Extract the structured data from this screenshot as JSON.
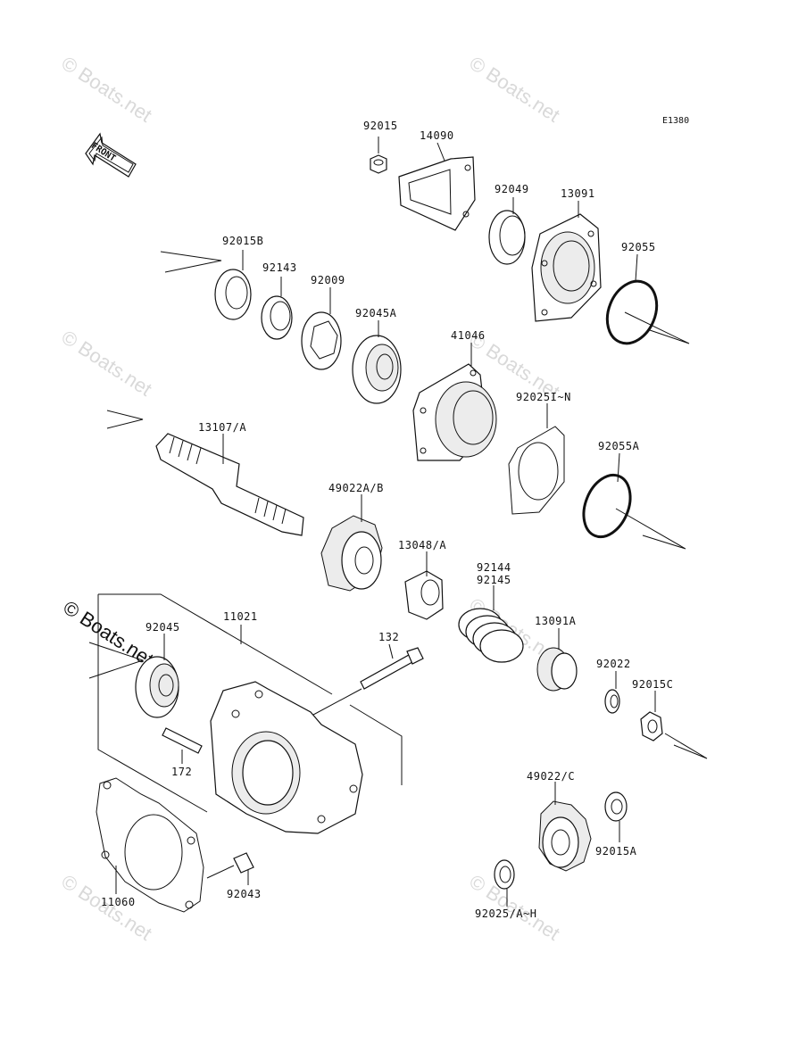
{
  "diagram_code": "E1380",
  "front_label": "FRONT",
  "watermarks": [
    "© Boats.net",
    "© Boats.net",
    "© Boats.net",
    "© Boats.net",
    "© Boats.net",
    "© Boats.net",
    "© Boats.net",
    "© Boats.net"
  ],
  "parts": [
    {
      "id": "p92015",
      "label": "92015"
    },
    {
      "id": "p14090",
      "label": "14090"
    },
    {
      "id": "p92049",
      "label": "92049"
    },
    {
      "id": "p13091",
      "label": "13091"
    },
    {
      "id": "p92015B",
      "label": "92015B"
    },
    {
      "id": "p92143",
      "label": "92143"
    },
    {
      "id": "p92009",
      "label": "92009"
    },
    {
      "id": "p92045A",
      "label": "92045A"
    },
    {
      "id": "p92055",
      "label": "92055"
    },
    {
      "id": "p41046",
      "label": "41046"
    },
    {
      "id": "p92025IN",
      "label": "92025I~N"
    },
    {
      "id": "p13107A",
      "label": "13107/A"
    },
    {
      "id": "p49022AB",
      "label": "49022A/B"
    },
    {
      "id": "p92055A",
      "label": "92055A"
    },
    {
      "id": "p13048A",
      "label": "13048/A"
    },
    {
      "id": "p92144",
      "label": "92144"
    },
    {
      "id": "p92145",
      "label": "92145"
    },
    {
      "id": "p11021",
      "label": "11021"
    },
    {
      "id": "p92045",
      "label": "92045"
    },
    {
      "id": "p132",
      "label": "132"
    },
    {
      "id": "p13091A",
      "label": "13091A"
    },
    {
      "id": "p92022",
      "label": "92022"
    },
    {
      "id": "p92015C",
      "label": "92015C"
    },
    {
      "id": "p172",
      "label": "172"
    },
    {
      "id": "p49022C",
      "label": "49022/C"
    },
    {
      "id": "p92015A",
      "label": "92015A"
    },
    {
      "id": "p11060",
      "label": "11060"
    },
    {
      "id": "p92043",
      "label": "92043"
    },
    {
      "id": "p92025AH",
      "label": "92025/A~H"
    }
  ]
}
